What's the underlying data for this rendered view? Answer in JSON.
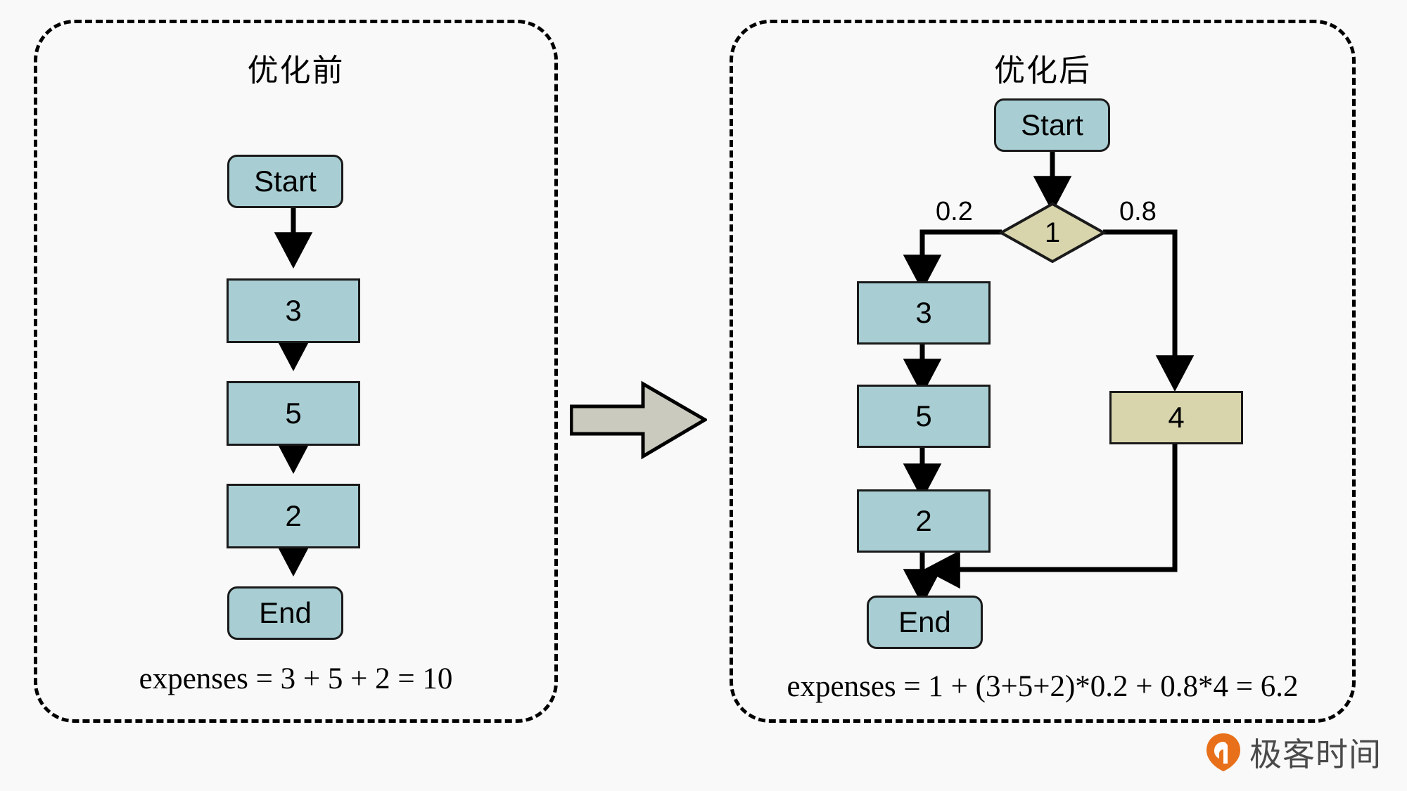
{
  "colors": {
    "background": "#f8f9f8",
    "teal_fill": "#a8ced3",
    "khaki_fill": "#d8d5ad",
    "stroke": "#1a1a1a",
    "transition_arrow_fill": "#cbcabf",
    "watermark_orange": "#e8701a",
    "watermark_text": "#4a4a4a"
  },
  "panels": {
    "left": {
      "title": "优化前",
      "equation": "expenses = 3 + 5 + 2 = 10",
      "nodes": [
        {
          "id": "start",
          "label": "Start",
          "shape": "terminal",
          "fill": "teal"
        },
        {
          "id": "n3",
          "label": "3",
          "shape": "process",
          "fill": "teal"
        },
        {
          "id": "n5",
          "label": "5",
          "shape": "process",
          "fill": "teal"
        },
        {
          "id": "n2",
          "label": "2",
          "shape": "process",
          "fill": "teal"
        },
        {
          "id": "end",
          "label": "End",
          "shape": "terminal",
          "fill": "teal"
        }
      ]
    },
    "right": {
      "title": "优化后",
      "equation": "expenses = 1 + (3+5+2)*0.2 + 0.8*4 = 6.2",
      "nodes": [
        {
          "id": "start",
          "label": "Start",
          "shape": "terminal",
          "fill": "teal"
        },
        {
          "id": "decision",
          "label": "1",
          "shape": "diamond",
          "fill": "khaki"
        },
        {
          "id": "n3",
          "label": "3",
          "shape": "process",
          "fill": "teal"
        },
        {
          "id": "n5",
          "label": "5",
          "shape": "process",
          "fill": "teal"
        },
        {
          "id": "n2",
          "label": "2",
          "shape": "process",
          "fill": "teal"
        },
        {
          "id": "n4",
          "label": "4",
          "shape": "process",
          "fill": "khaki"
        },
        {
          "id": "end",
          "label": "End",
          "shape": "terminal",
          "fill": "teal"
        }
      ],
      "edge_labels": [
        {
          "id": "prob-left",
          "label": "0.2"
        },
        {
          "id": "prob-right",
          "label": "0.8"
        }
      ]
    }
  },
  "transition": {
    "icon": "right-arrow-icon"
  },
  "watermark": {
    "logo_icon": "geektime-logo-icon",
    "text": "极客时间"
  }
}
